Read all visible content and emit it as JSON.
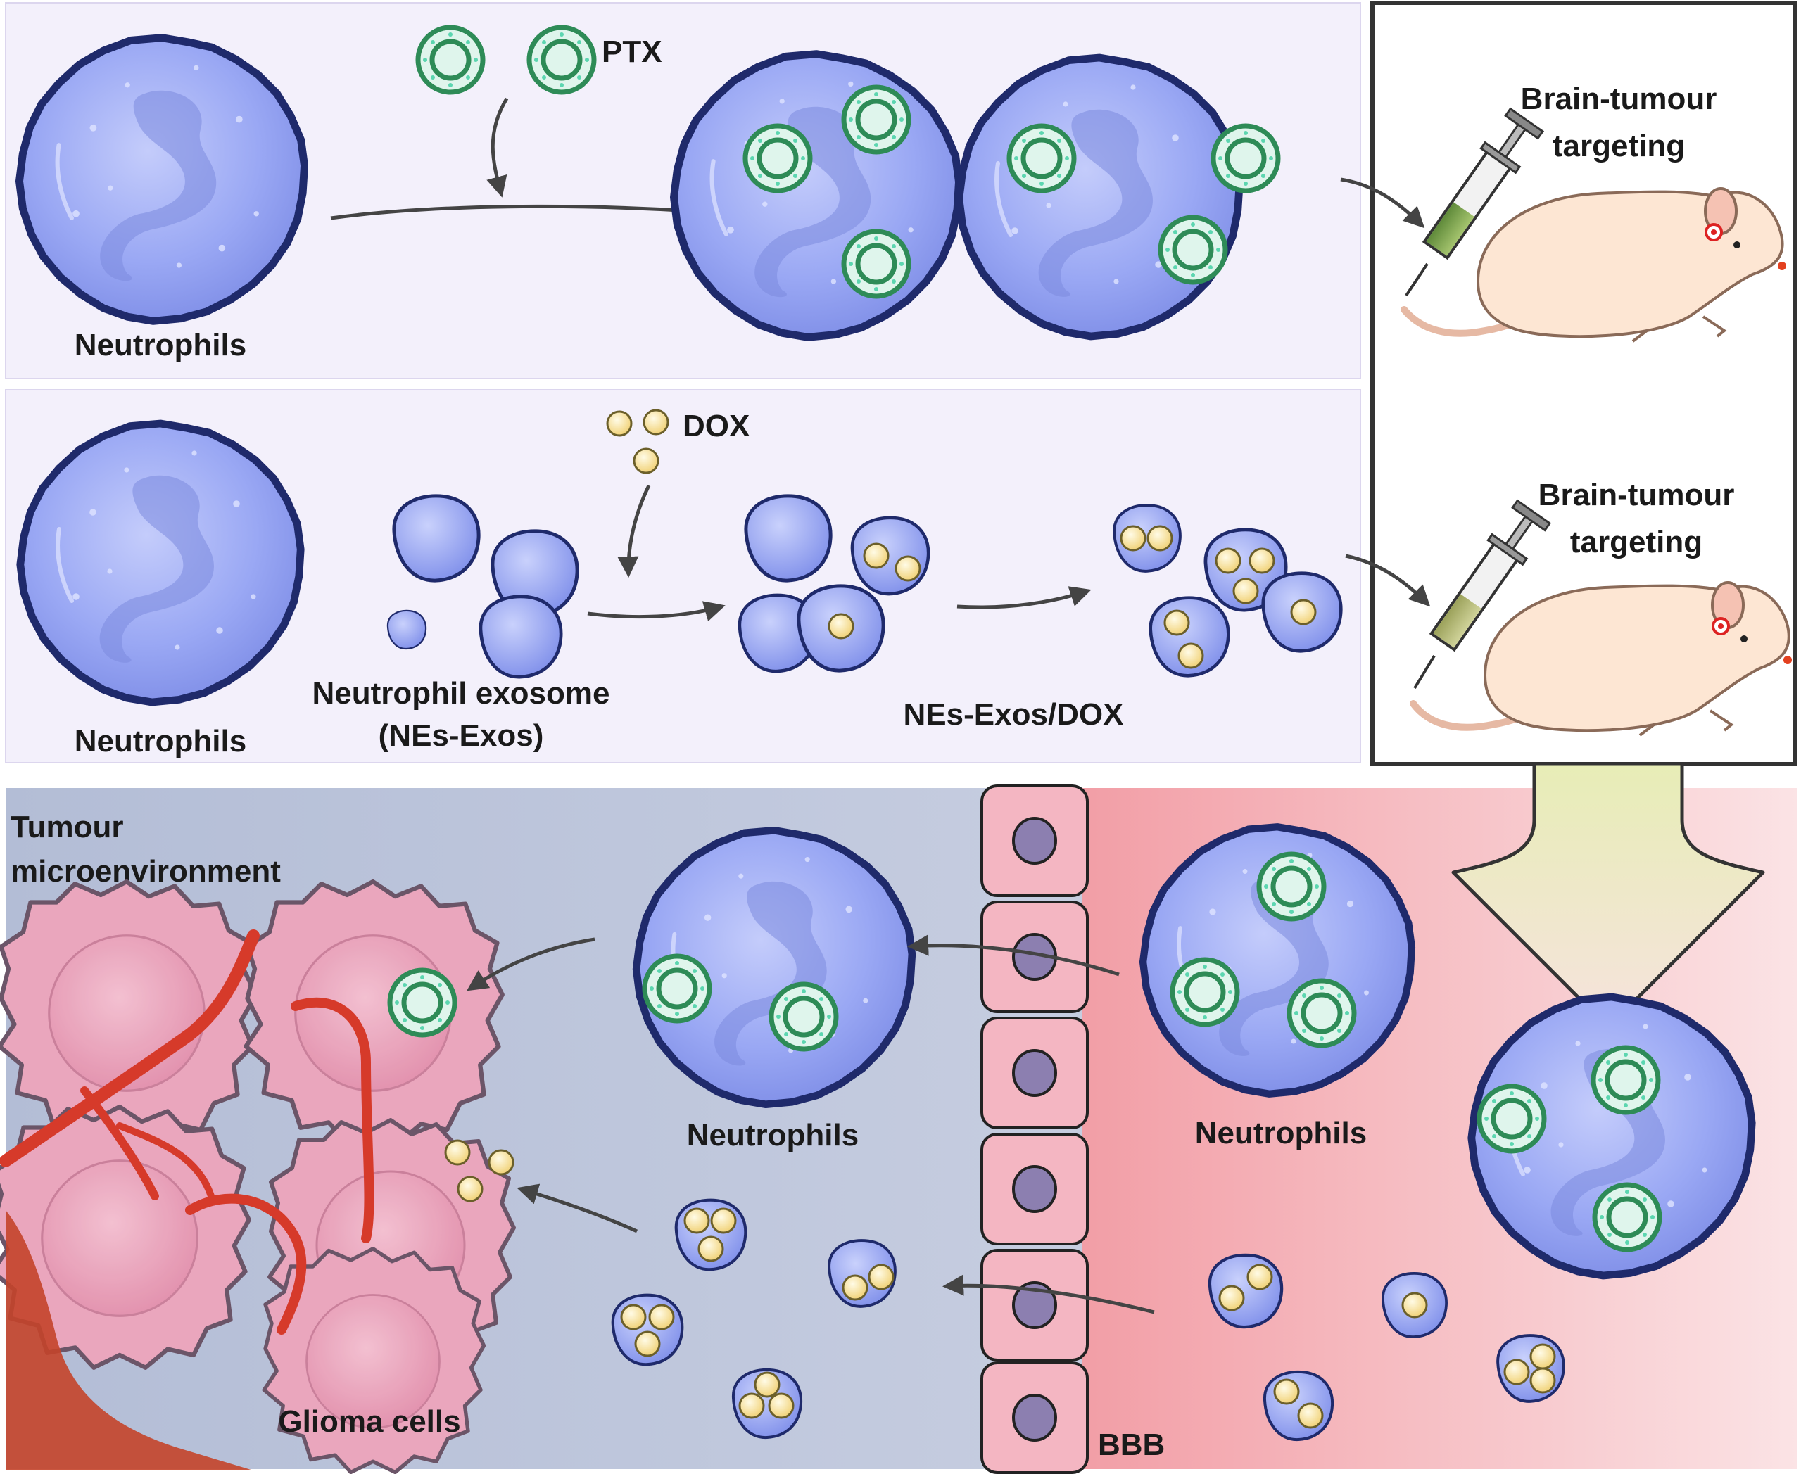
{
  "labels": {
    "ptx": "PTX",
    "dox": "DOX",
    "neutrophils_top": "Neutrophils",
    "neutrophils_mid": "Neutrophils",
    "exosome_line1": "Neutrophil exosome",
    "exosome_line2": "(NEs-Exos)",
    "nes_exos_dox": "NEs-Exos/DOX",
    "target1_line1": "Brain-tumour",
    "target1_line2": "targeting",
    "target2_line1": "Brain-tumour",
    "target2_line2": "targeting",
    "tumour_line1": "Tumour",
    "tumour_line2": "microenvironment",
    "neutrophils_blood": "Neutrophils",
    "neutrophils_tissue": "Neutrophils",
    "glioma": "Glioma cells",
    "bbb": "BBB"
  },
  "colors": {
    "neutrophil_fill": "#8f9ef2",
    "neutrophil_outline": "#1f2a6b",
    "ptx_ring": "#2e8b57",
    "dox_particle": "#f7e3a1",
    "panel_bg": "#f3f0fb",
    "blood_side": "#f4b3b8",
    "tissue_side": "#b9c3d9",
    "glioma_cell": "#e79db5",
    "vessel": "#d63a2a"
  }
}
